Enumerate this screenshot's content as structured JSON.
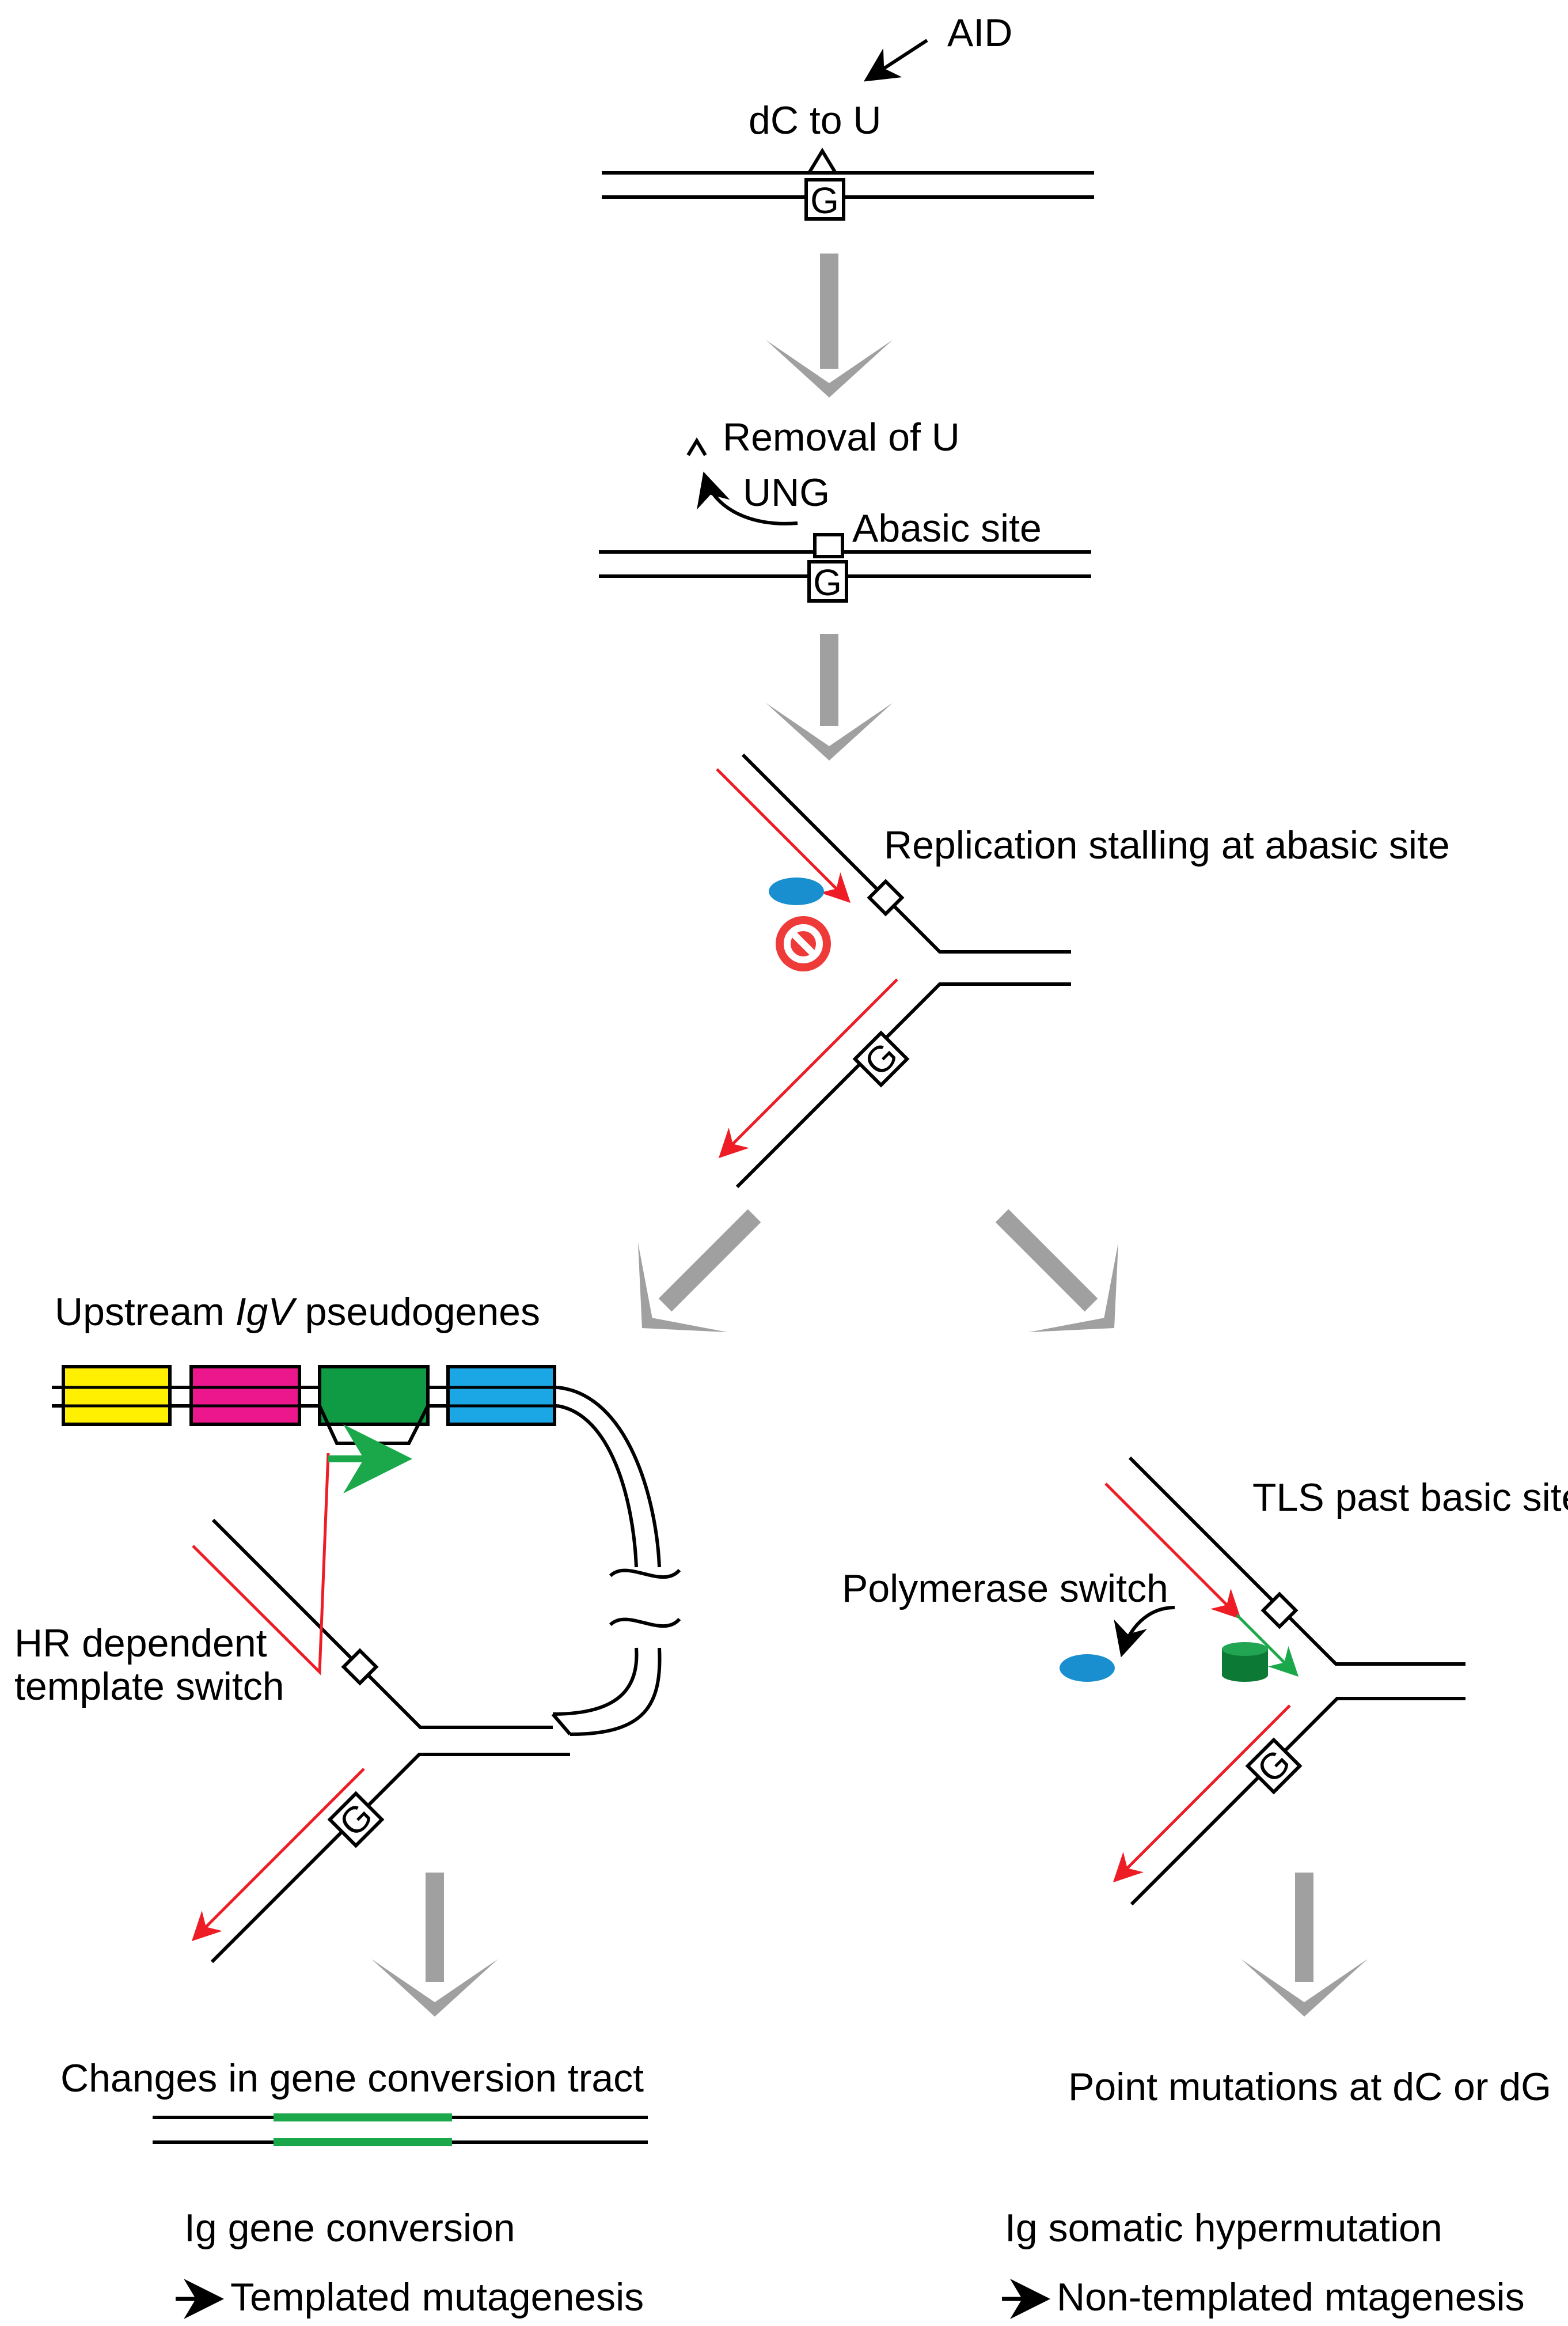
{
  "labels": {
    "aid": "AID",
    "dc_to_u": "dC to U",
    "removal_of_u": "Removal of U",
    "ung": "UNG",
    "abasic_site": "Abasic site",
    "replication_stalling": "Replication stalling at abasic site",
    "upstream_prefix": "Upstream ",
    "upstream_italic": "IgV",
    "upstream_suffix": " pseudogenes",
    "tls": "TLS past basic site",
    "polymerase_switch": "Polymerase switch",
    "hr_line1": "HR dependent",
    "hr_line2": "template switch",
    "gene_conversion_tract": "Changes in gene conversion tract",
    "point_mutations": "Point mutations at dC or dG",
    "ig_gene_conversion": "Ig gene conversion",
    "templated": "Templated mutagenesis",
    "ig_shm": "Ig somatic hypermutation",
    "nontemplated": "Non-templated mtagenesis",
    "base_g": "G"
  },
  "colors": {
    "flow_arrow": "#a0a0a0",
    "nascent_strand": "#ee1c25",
    "green_tract": "#1aa84a",
    "pseudogene_yellow": "#ffef00",
    "pseudogene_magenta": "#ec178c",
    "pseudogene_green": "#0f9a44",
    "pseudogene_blue": "#1ba6e6",
    "polymerase_blue": "#1a8fd0",
    "tls_polymerase": "#11853a",
    "stop_sign": "#ef3a3a"
  }
}
